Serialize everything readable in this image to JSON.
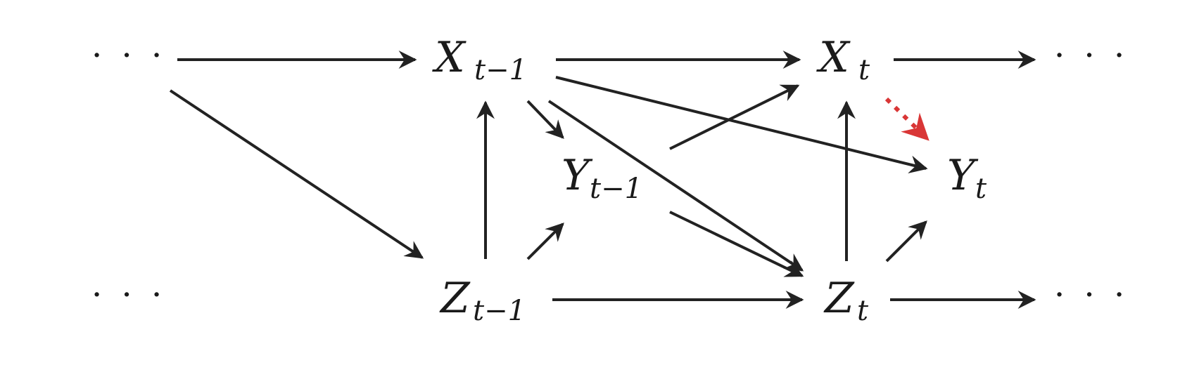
{
  "colors": {
    "edge": "#222222",
    "highlight": "#d93636",
    "text": "#1a1a1a",
    "background": "#ffffff"
  },
  "nodes": {
    "x_prev": {
      "symbol": "X",
      "subscript": "t−1"
    },
    "x_curr": {
      "symbol": "X",
      "subscript": "t"
    },
    "y_prev": {
      "symbol": "Y",
      "subscript": "t−1"
    },
    "y_curr": {
      "symbol": "Y",
      "subscript": "t"
    },
    "z_prev": {
      "symbol": "Z",
      "subscript": "t−1"
    },
    "z_curr": {
      "symbol": "Z",
      "subscript": "t"
    },
    "dots_top_left": "· · ·",
    "dots_top_right": "· · ·",
    "dots_bottom_left": "· · ·",
    "dots_bottom_right": "· · ·"
  },
  "edges": [
    {
      "from": "dots_top_left",
      "to": "x_prev",
      "style": "solid"
    },
    {
      "from": "dots_top_left",
      "to": "z_prev",
      "style": "solid"
    },
    {
      "from": "x_prev",
      "to": "x_curr",
      "style": "solid"
    },
    {
      "from": "x_prev",
      "to": "y_prev",
      "style": "solid"
    },
    {
      "from": "x_prev",
      "to": "y_curr",
      "style": "solid"
    },
    {
      "from": "x_prev",
      "to": "z_curr",
      "style": "solid"
    },
    {
      "from": "x_curr",
      "to": "dots_top_right",
      "style": "solid"
    },
    {
      "from": "x_curr",
      "to": "y_curr",
      "style": "dashed-highlight"
    },
    {
      "from": "y_prev",
      "to": "x_curr",
      "style": "solid"
    },
    {
      "from": "y_prev",
      "to": "z_curr",
      "style": "solid"
    },
    {
      "from": "z_prev",
      "to": "x_prev",
      "style": "solid"
    },
    {
      "from": "z_prev",
      "to": "y_prev",
      "style": "solid"
    },
    {
      "from": "z_prev",
      "to": "z_curr",
      "style": "solid"
    },
    {
      "from": "z_curr",
      "to": "x_curr",
      "style": "solid"
    },
    {
      "from": "z_curr",
      "to": "y_curr",
      "style": "solid"
    },
    {
      "from": "z_curr",
      "to": "dots_bottom_right",
      "style": "solid"
    }
  ]
}
